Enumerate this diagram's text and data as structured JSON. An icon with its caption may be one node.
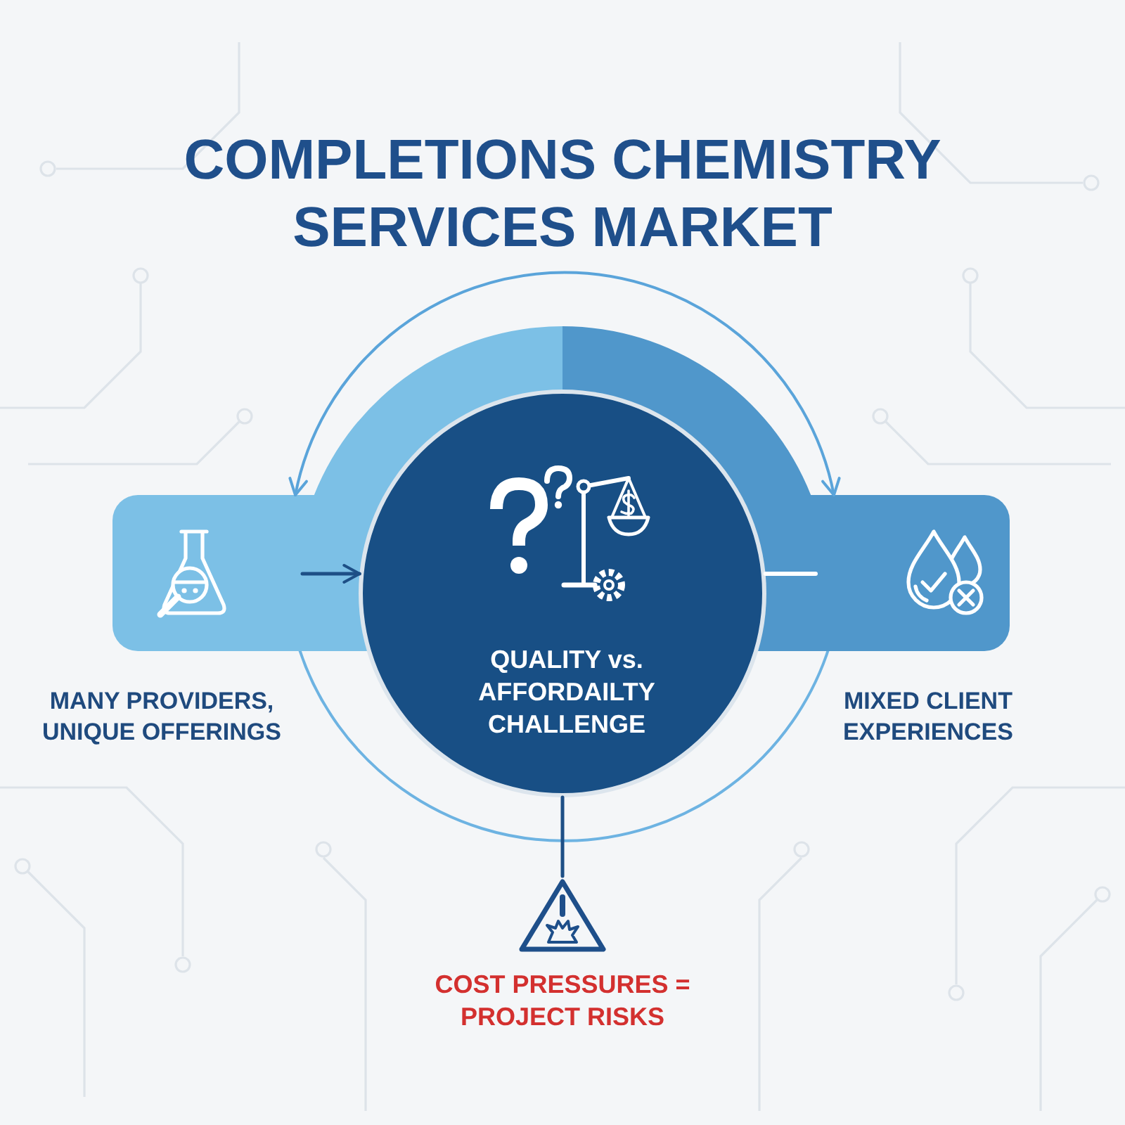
{
  "diagram": {
    "title": "COMPLETIONS CHEMISTRY SERVICES MARKET",
    "nodes": [
      {
        "text": [
          "QUALITY vs. AFFORDAILTY CHALLENGE"
        ]
      },
      {
        "text": [
          "MANY PROVIDERS, UNIQUE OFFERINGS"
        ]
      },
      {
        "text": [
          "MIXED CLIENT EXPERIENCES"
        ]
      },
      {
        "text": [
          "COST PRESSURES = PROJECT RISKS"
        ]
      }
    ],
    "edges": [
      {
        "from": 1,
        "to": 0,
        "arrow": "to"
      },
      {
        "from": 0,
        "to": 2,
        "arrow": "none",
        "color": "#ffffff"
      },
      {
        "from": 1,
        "to": 2,
        "arrow": "both",
        "color": "#5aa4da"
      },
      {
        "from": 0,
        "to": 3,
        "arrow": "none"
      }
    ]
  }
}
